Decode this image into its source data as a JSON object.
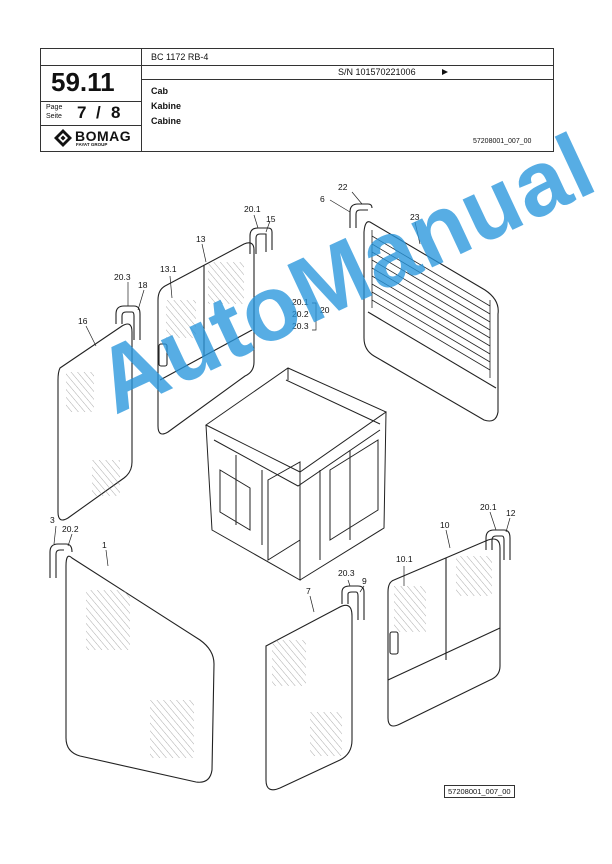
{
  "header": {
    "section_number": "59.11",
    "page_label_en": "Page",
    "page_label_de": "Seite",
    "page_current": "7",
    "page_separator": "/",
    "page_total": "8",
    "brand_name": "BOMAG",
    "brand_sub": "FAYAT GROUP",
    "model": "BC 1172 RB-4",
    "serial": "S/N 101570221006",
    "title_en": "Cab",
    "title_de": "Kabine",
    "title_fr": "Cabine",
    "doc_code": "57208001_007_00"
  },
  "drawing": {
    "reference_code": "57208001_007_00",
    "watermark": "AutoManual",
    "callouts": {
      "c22": "22",
      "c6": "6",
      "c23": "23",
      "c20_1_top": "20.1",
      "c15": "15",
      "c13": "13",
      "c13_1": "13.1",
      "c20_3_left": "20.3",
      "c18": "18",
      "c16": "16",
      "c20_1_mid": "20.1",
      "c20_2_mid": "20.2",
      "c20_3_mid": "20.3",
      "c20": "20",
      "c3": "3",
      "c20_2_low": "20.2",
      "c1": "1",
      "c20_3_low": "20.3",
      "c9": "9",
      "c7": "7",
      "c20_1_right": "20.1",
      "c12": "12",
      "c10": "10",
      "c10_1": "10.1"
    }
  }
}
